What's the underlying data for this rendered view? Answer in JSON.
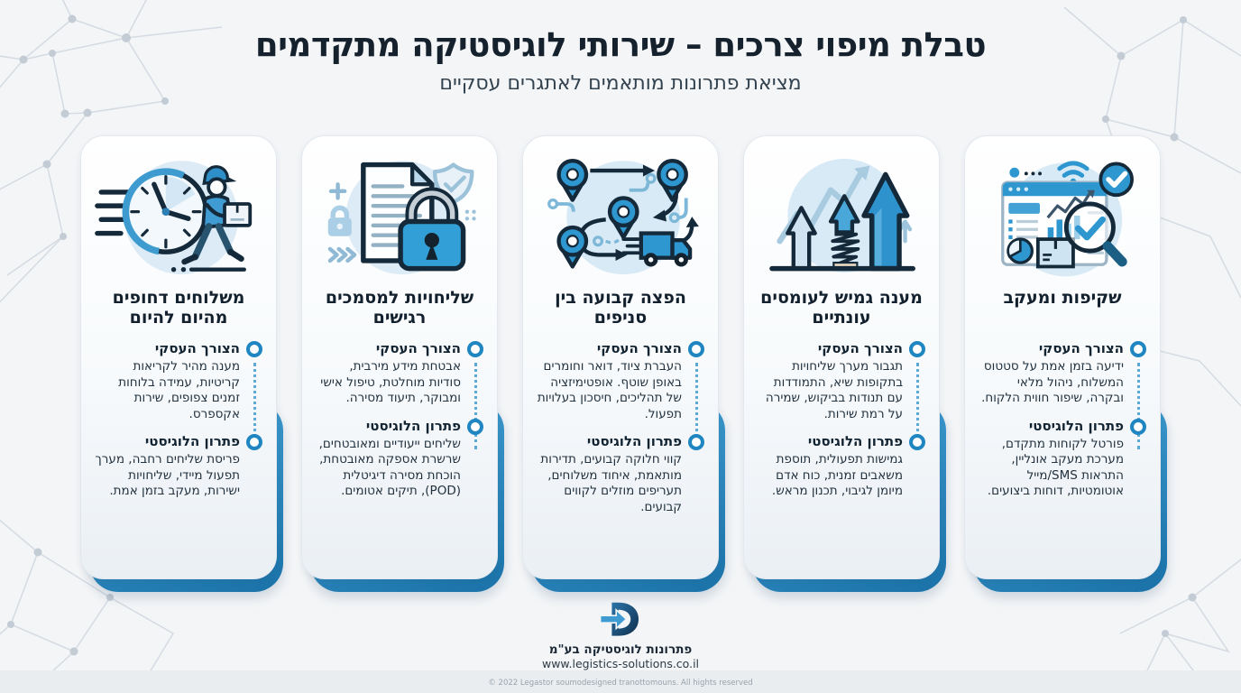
{
  "page": {
    "title": "טבלת מיפוי צרכים – שירותי לוגיסטיקה מתקדמים",
    "subtitle": "מציאת פתרונות מותאמים לאתגרים עסקיים"
  },
  "labels": {
    "need": "הצורך העסקי",
    "solution": "פתרון הלוגיסטי"
  },
  "cards": [
    {
      "icon": "clock-courier-icon",
      "title": "משלוחים דחופים מהיום להיום",
      "need": "מענה מהיר לקריאות קריטיות, עמידה בלוחות זמנים צפופים, שירות אקספרס.",
      "solution": "פריסת שליחים רחבה, מערך תפעול מיידי, שליחויות ישירות, מעקב בזמן אמת."
    },
    {
      "icon": "document-lock-icon",
      "title": "שליחויות למסמכים רגישים",
      "need": "אבטחת מידע מירבית, סודיות מוחלטת, טיפול אישי ומבוקר, תיעוד מסירה.",
      "solution": "שליחים ייעודיים ומאובטחים, שרשרת אספקה מאובטחת, הוכחת מסירה דיגיטלית (POD), תיקים אטומים."
    },
    {
      "icon": "route-pins-truck-icon",
      "title": "הפצה קבועה בין סניפים",
      "need": "העברת ציוד, דואר וחומרים באופן שוטף. אופטימיזציה של תהליכים, חיסכון בעלויות תפעול.",
      "solution": "קווי חלוקה קבועים, תדירות מותאמת, איחוד משלוחים, תעריפים מוזלים לקווים קבועים."
    },
    {
      "icon": "growth-arrows-spring-icon",
      "title": "מענה גמיש לעומסים עונתיים",
      "need": "תגבור מערך שליחויות בתקופות שיא, התמודדות עם תנודות בביקוש, שמירה על רמת שירות.",
      "solution": "גמישות תפעולית, תוספת משאבים זמנית, כוח אדם מיומן לגיבוי, תכנון מראש."
    },
    {
      "icon": "dashboard-magnifier-icon",
      "title": "שקיפות ומעקב",
      "need": "ידיעה בזמן אמת על סטטוס המשלוח, ניהול מלאי ובקרה, שיפור חווית הלקוח.",
      "solution": "פורטל לקוחות מתקדם, מערכת מעקב אונליין, התראות SMS/מייל אוטומטיות, דוחות ביצועים."
    }
  ],
  "footer": {
    "company": "פתרונות לוגיסטיקה בע\"מ",
    "website": "www.legistics-solutions.co.il",
    "copyright": "© 2022 Legastor soumodesigned tranottomouns. All hights reserved"
  },
  "colors": {
    "accent_blue": "#1f86c1",
    "icon_blue": "#2f97d0",
    "dark_navy": "#14212e",
    "card_shadow_blue": "#1a72a8",
    "background": "#f3f5f7"
  }
}
